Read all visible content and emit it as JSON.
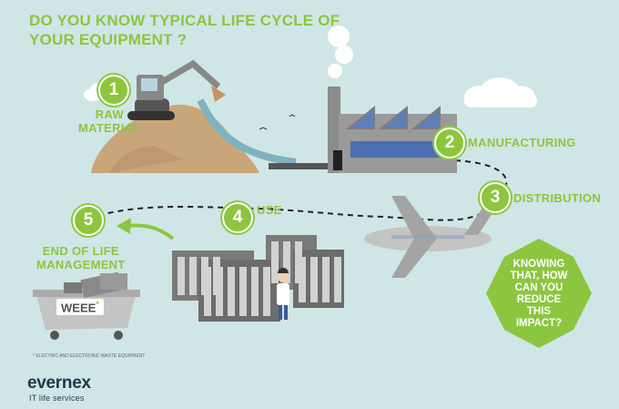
{
  "title_line1": "DO YOU KNOW TYPICAL LIFE CYCLE OF",
  "title_line2": "YOUR EQUIPMENT ?",
  "steps": [
    {
      "num": "1",
      "label_lines": [
        "RAW",
        "MATERIAL"
      ]
    },
    {
      "num": "2",
      "label_lines": [
        "MANUFACTURING"
      ]
    },
    {
      "num": "3",
      "label_lines": [
        "DISTRIBUTION"
      ]
    },
    {
      "num": "4",
      "label_lines": [
        "USE"
      ]
    },
    {
      "num": "5",
      "label_lines": [
        "END OF LIFE",
        "MANAGEMENT"
      ]
    }
  ],
  "badge_lines": [
    "KNOWING",
    "THAT, HOW",
    "CAN YOU",
    "REDUCE",
    "THIS",
    "IMPACT?"
  ],
  "weee_text": "WEEE",
  "weee_mark": "*",
  "footnote": "* ELECTRIC AND ELECTRONIC WASTE EQUIPMENT",
  "brand": "evernex",
  "tagline": "IT life services",
  "colors": {
    "accent": "#8cc63f",
    "background": "#cfe6e6",
    "brand": "#1d3a4a"
  }
}
